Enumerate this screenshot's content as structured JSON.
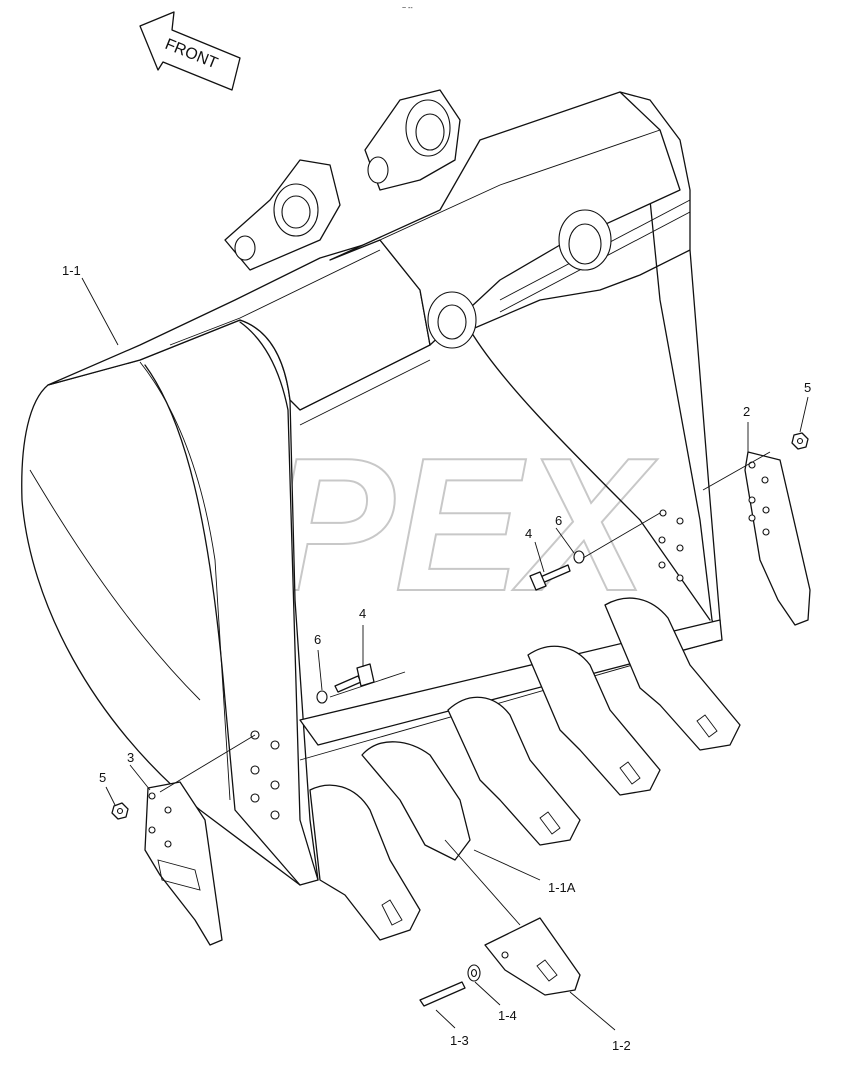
{
  "arrow": {
    "label": "FRONT"
  },
  "watermark": {
    "text": "OPEX"
  },
  "callouts": {
    "c1_1": "1-1",
    "c1_1a": "1-1A",
    "c1_2": "1-2",
    "c1_3": "1-3",
    "c1_4": "1-4",
    "c2": "2",
    "c3": "3",
    "c4a": "4",
    "c4b": "4",
    "c5a": "5",
    "c5b": "5",
    "c6a": "6",
    "c6b": "6"
  }
}
